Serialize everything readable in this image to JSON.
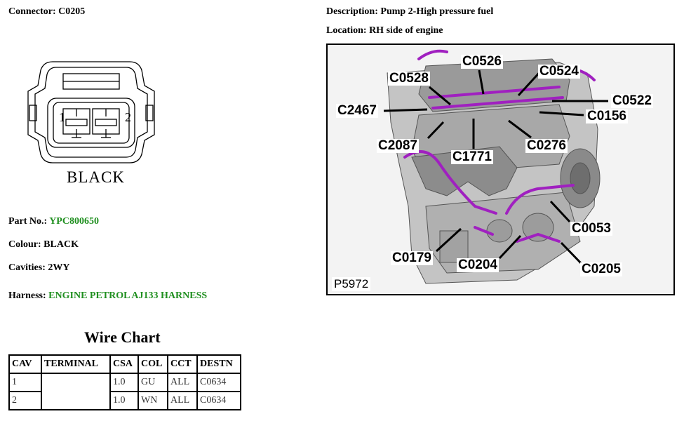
{
  "connector": {
    "label": "Connector:",
    "value": "C0205"
  },
  "description": {
    "label": "Description:",
    "value": "Pump 2-High pressure fuel"
  },
  "location": {
    "label": "Location:",
    "value": "RH side of engine"
  },
  "drawing": {
    "color_label": "BLACK",
    "pin1": "1",
    "pin2": "2"
  },
  "part_no": {
    "label": "Part No.:",
    "value": "YPC800650"
  },
  "colour": {
    "label": "Colour:",
    "value": "BLACK"
  },
  "cavities": {
    "label": "Cavities:",
    "value": "2WY"
  },
  "harness": {
    "label": "Harness:",
    "value": "ENGINE PETROL AJ133 HARNESS"
  },
  "wire_chart": {
    "title": "Wire Chart",
    "headers": [
      "CAV",
      "TERMINAL",
      "CSA",
      "COL",
      "CCT",
      "DESTN"
    ],
    "rows": [
      [
        "1",
        "",
        "1.0",
        "GU",
        "ALL",
        "C0634"
      ],
      [
        "2",
        "",
        "1.0",
        "WN",
        "ALL",
        "C0634"
      ]
    ]
  },
  "engine_image": {
    "ref": "P5972",
    "callouts": [
      "C0526",
      "C0528",
      "C0524",
      "C2467",
      "C0522",
      "C0156",
      "C2087",
      "C1771",
      "C0276",
      "C0053",
      "C0179",
      "C0204",
      "C0205"
    ]
  },
  "colors": {
    "link_green": "#1f8f1f",
    "harness_purple": "#a020c0"
  }
}
